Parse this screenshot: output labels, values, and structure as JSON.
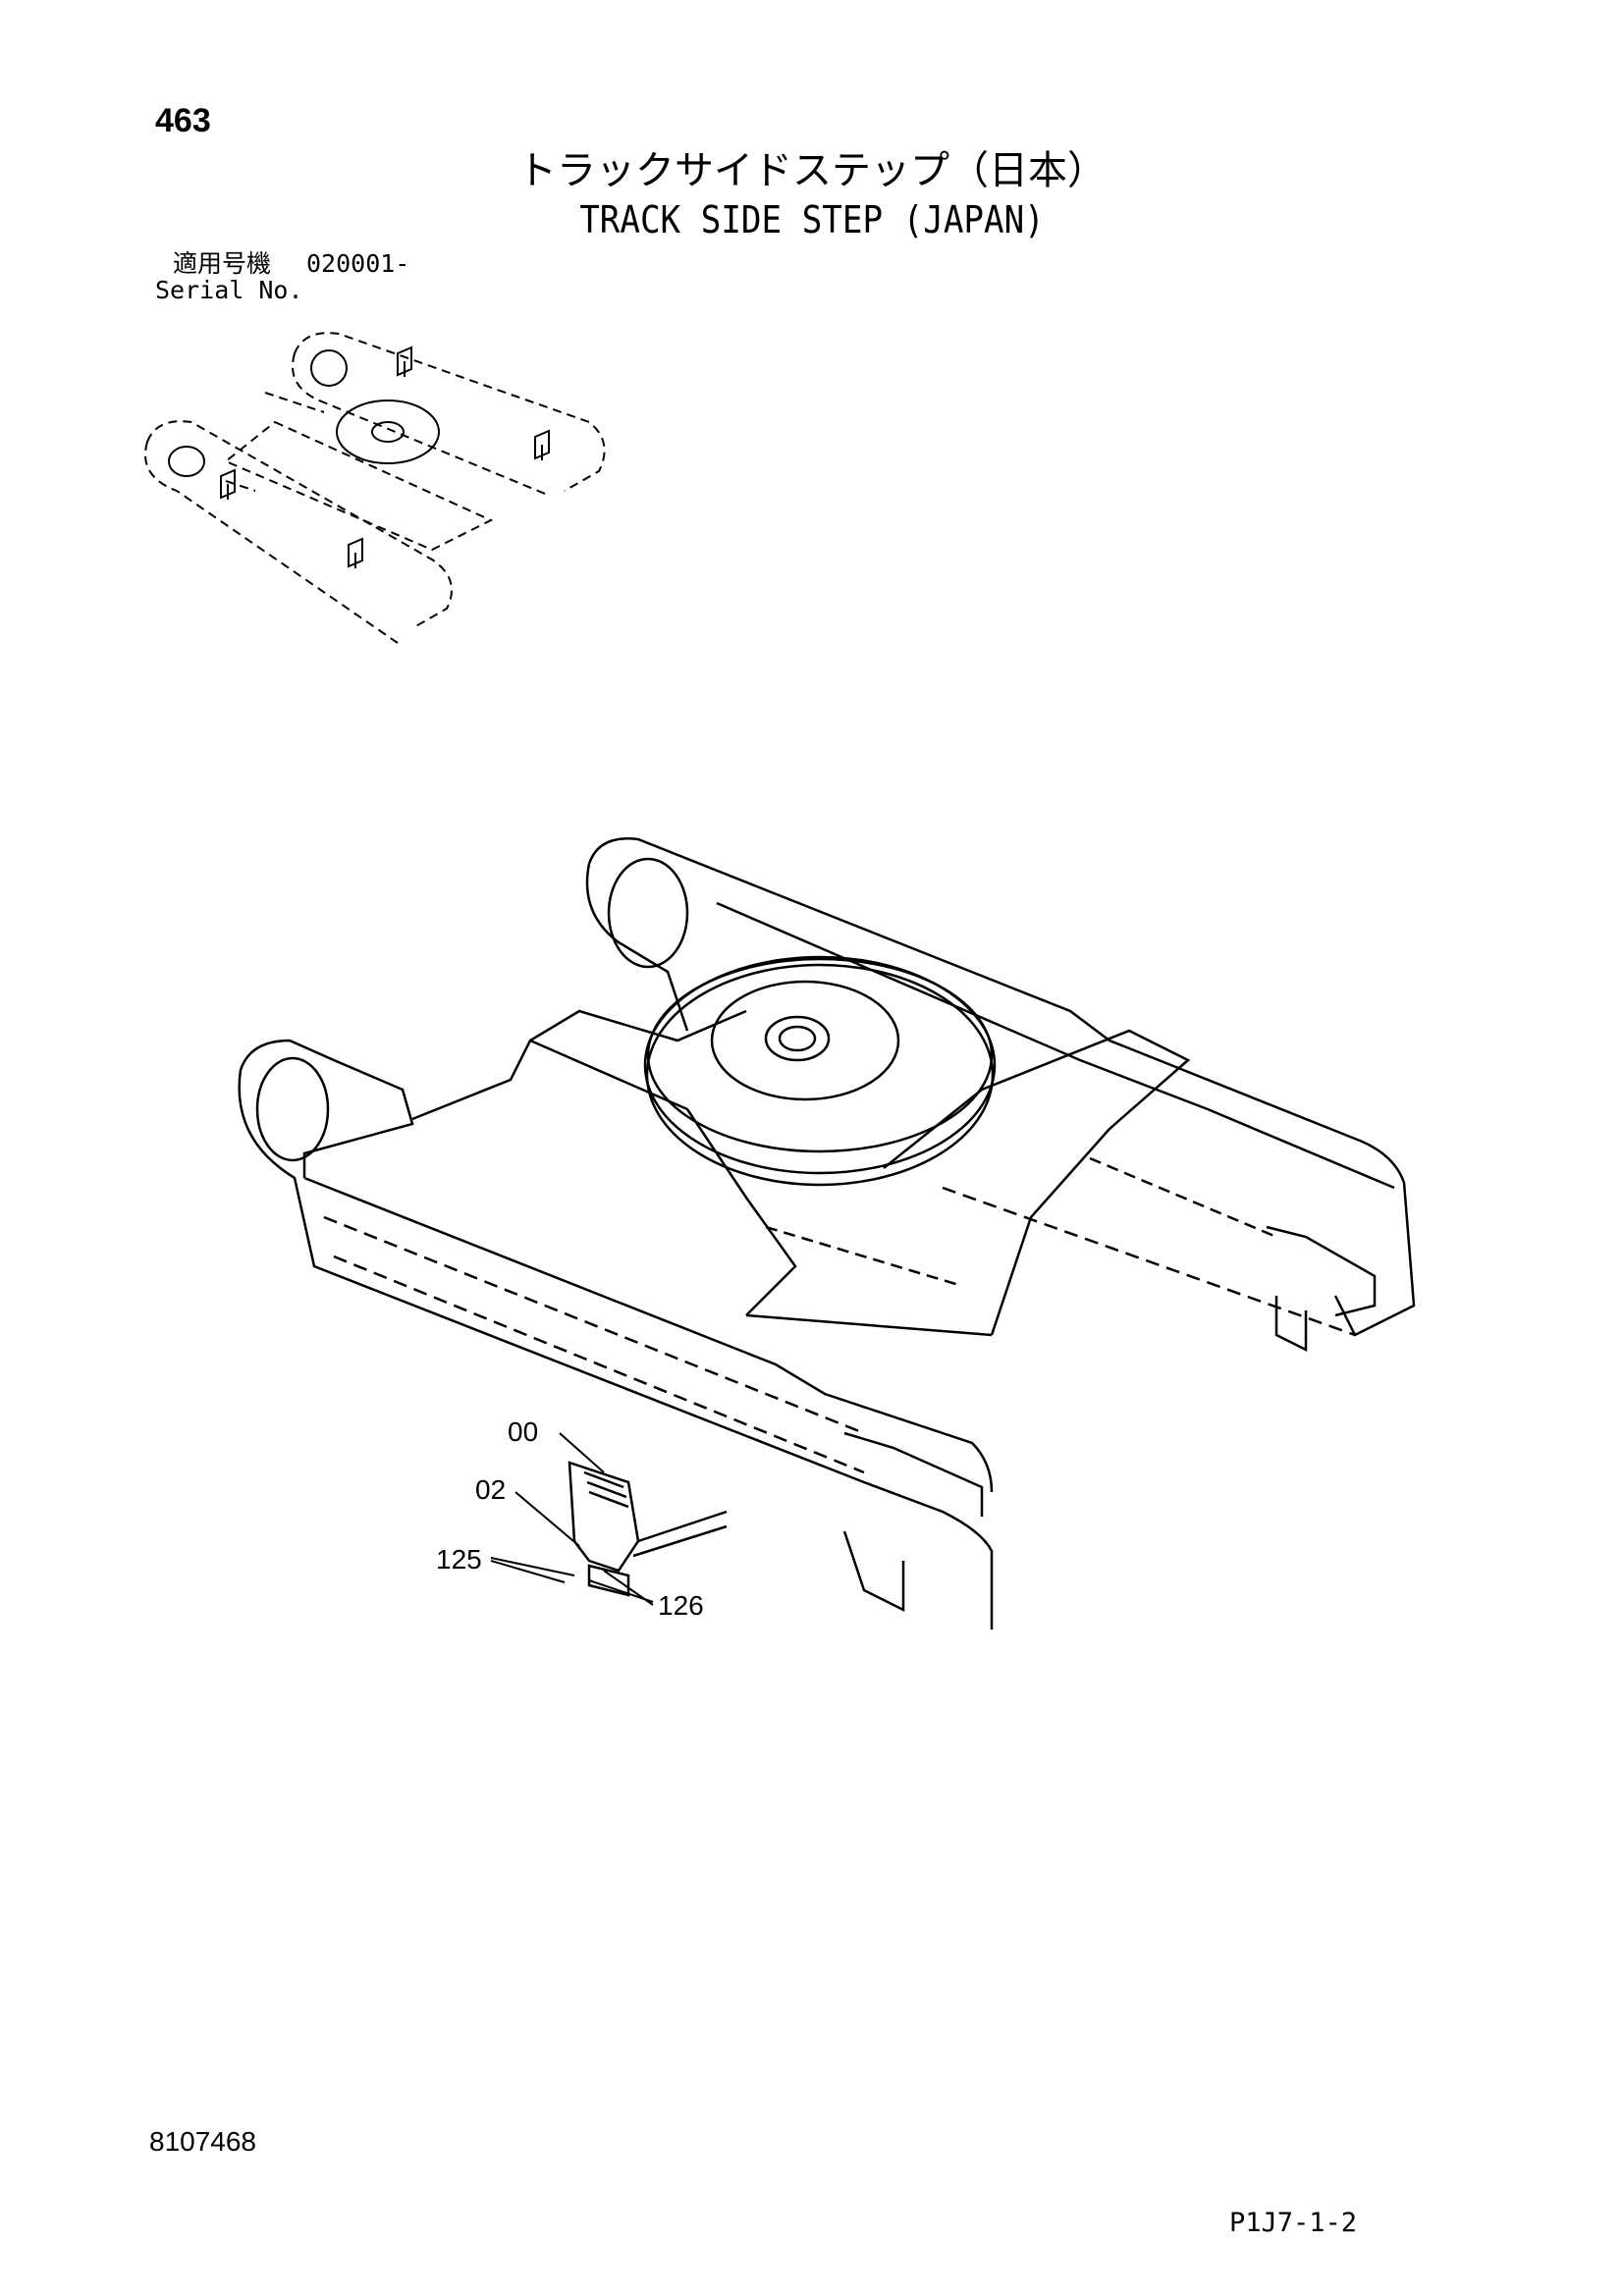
{
  "header": {
    "page_number": "463",
    "title_jp": "トラックサイドステップ（日本）",
    "title_en": "TRACK SIDE STEP (JAPAN)"
  },
  "serial": {
    "label_jp": "適用号機",
    "value": "020001-",
    "label_en": "Serial No."
  },
  "callouts": {
    "c00": "00",
    "c02": "02",
    "c125": "125",
    "c126": "126"
  },
  "footer": {
    "doc_number": "8107468",
    "page_code": "P1J7-1-2"
  }
}
